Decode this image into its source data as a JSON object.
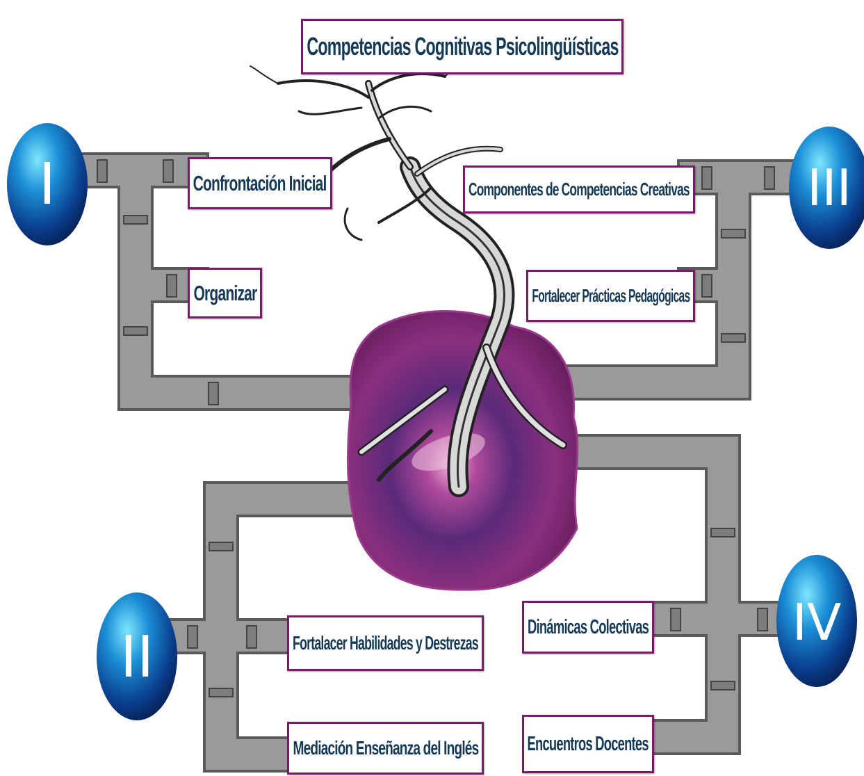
{
  "title": "Competencias Cognitivas Psicolingüísticas",
  "nodes": [
    {
      "numeral": "I"
    },
    {
      "numeral": "II"
    },
    {
      "numeral": "III"
    },
    {
      "numeral": "IV"
    }
  ],
  "labels": {
    "confrontacion": "Confrontación Inicial",
    "organizar": "Organizar",
    "componentes": "Componentes de  Competencias Creativas",
    "fortalecer_practicas": "Fortalecer Prácticas Pedagógicas",
    "fortalecer_habilidades": "Fortalacer Habilidades y Destrezas",
    "mediacion": "Mediación Enseñanza del Inglés",
    "dinamicas": "Dinámicas Colectivas",
    "encuentros": "Encuentros Docentes"
  },
  "colors": {
    "box_border": "#7a1a68",
    "label_text": "#163a55",
    "pipe": "#8f8f8f",
    "orb": "#0a5aa8",
    "galaxy": "#7a2a78"
  }
}
